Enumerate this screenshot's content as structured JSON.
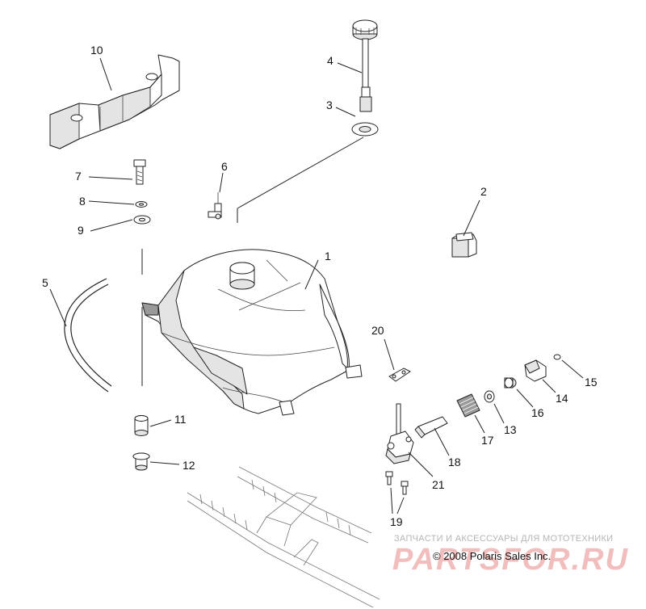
{
  "callouts": [
    {
      "id": "c1",
      "label": "1"
    },
    {
      "id": "c2",
      "label": "2"
    },
    {
      "id": "c3",
      "label": "3"
    },
    {
      "id": "c4",
      "label": "4"
    },
    {
      "id": "c5",
      "label": "5"
    },
    {
      "id": "c6",
      "label": "6"
    },
    {
      "id": "c7",
      "label": "7"
    },
    {
      "id": "c8",
      "label": "8"
    },
    {
      "id": "c9",
      "label": "9"
    },
    {
      "id": "c10",
      "label": "10"
    },
    {
      "id": "c11",
      "label": "11"
    },
    {
      "id": "c12",
      "label": "12"
    },
    {
      "id": "c13",
      "label": "13"
    },
    {
      "id": "c14",
      "label": "14"
    },
    {
      "id": "c15",
      "label": "15"
    },
    {
      "id": "c16",
      "label": "16"
    },
    {
      "id": "c17",
      "label": "17"
    },
    {
      "id": "c18",
      "label": "18"
    },
    {
      "id": "c19",
      "label": "19"
    },
    {
      "id": "c20",
      "label": "20"
    },
    {
      "id": "c21",
      "label": "21"
    }
  ],
  "watermark": {
    "subtitle": "ЗАПЧАСТИ И АКСЕССУАРЫ ДЛЯ МОТОТЕХНИКИ",
    "logo": "PARTSFOR.RU"
  },
  "copyright": "© 2008 Polaris Sales Inc.",
  "colors": {
    "line": "#222222",
    "watermark_logo": "#f2bdbd",
    "watermark_text": "#b5b5b5"
  }
}
